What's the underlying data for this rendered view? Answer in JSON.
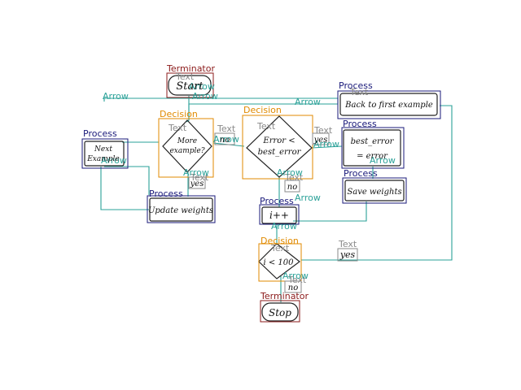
{
  "colors": {
    "terminator": "#8b1a1a",
    "process": "#1a1a7a",
    "decision": "#e08a00",
    "arrow": "#2aa198",
    "text": "#8a8a8a",
    "ink": "#222222"
  },
  "class_labels": {
    "terminator": "Terminator",
    "process": "Process",
    "decision": "Decision",
    "text": "Text",
    "arrow": "Arrow"
  },
  "nodes": {
    "start": "Start",
    "more_examples_line1": "More",
    "more_examples_line2": "example?",
    "error_line1": "Error <",
    "error_line2": "best_error",
    "next_example_line1": "Next",
    "next_example_line2": "Example",
    "back_to_first": "Back to first example",
    "best_error_line1": "best_error",
    "best_error_line2": "= error",
    "save_weights": "Save weights",
    "update_weights": "Update weights",
    "increment": "i++",
    "i_less_100": "i < 100",
    "stop": "Stop"
  },
  "edge_texts": {
    "no_more": "no",
    "yes_more": "yes",
    "yes_error": "yes",
    "no_error": "no",
    "yes_loop": "yes",
    "no_loop": "no"
  }
}
